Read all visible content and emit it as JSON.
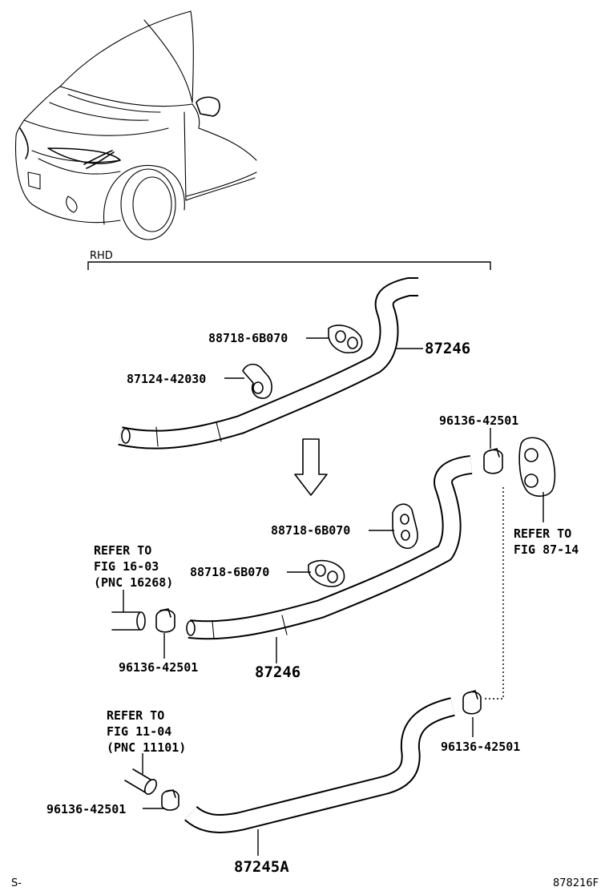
{
  "labels": {
    "rhd": "RHD",
    "upper_clip_a": "88718-6B070",
    "upper_clamp": "87124-42030",
    "upper_hose": "87246",
    "clamp_top_right": "96136-42501",
    "mid_clip_a": "88718-6B070",
    "mid_clip_b": "88718-6B070",
    "refer_fig_87_14_line1": "REFER TO",
    "refer_fig_87_14_line2": "FIG 87-14",
    "refer_fig_16_03_line1": "REFER TO",
    "refer_fig_16_03_line2": "FIG 16-03",
    "refer_fig_16_03_line3": "(PNC 16268)",
    "clamp_mid_left": "96136-42501",
    "mid_hose": "87246",
    "refer_fig_11_04_line1": "REFER TO",
    "refer_fig_11_04_line2": "FIG 11-04",
    "refer_fig_11_04_line3": "(PNC 11101)",
    "clamp_lower_right": "96136-42501",
    "clamp_lower_left": "96136-42501",
    "lower_hose": "87245A",
    "footer_left": "S-",
    "footer_right": "878216F"
  }
}
